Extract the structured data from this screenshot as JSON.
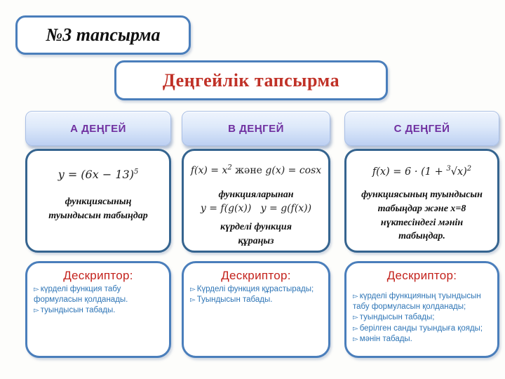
{
  "slide": {
    "task_label": "№3 тапсырма",
    "title": "Деңгейлік тапсырма"
  },
  "icons": {
    "bullet_glyph": "▻"
  },
  "colors": {
    "title_red": "#C03127",
    "descriptor_red": "#C3221C",
    "bullet_blue": "#2E75B6",
    "header_purple": "#7030A0",
    "border_blue": "#4A7EBB",
    "content_border_blue": "#35648F"
  },
  "levels": [
    {
      "header": "А ДЕҢГЕЙ",
      "task": {
        "formula": [
          {
            "t": "y = (6x − 13)"
          },
          {
            "t": "5",
            "sup": true
          }
        ],
        "text": "функциясының туындысын табыңдар"
      },
      "descriptor": {
        "title": "Дескриптор:",
        "items": [
          "күрделі функция табу формуласын қолданады.",
          "туындысын табады."
        ]
      }
    },
    {
      "header": "В ДЕҢГЕЙ",
      "task": {
        "formula1": [
          {
            "t": "f(x) = x"
          },
          {
            "t": "2",
            "sup": true
          },
          {
            "t": " және ",
            "up": true
          },
          {
            "t": "g(x) = cosx"
          }
        ],
        "text1": "функцияларынан",
        "formula2": [
          {
            "t": "y = f(g(x))   y = g(f(x))"
          }
        ],
        "text2": "күрделі функция құраңыз"
      },
      "descriptor": {
        "title": "Дескриптор:",
        "items": [
          "Күрделі функция құрастырады;",
          "Туындысын табады."
        ]
      }
    },
    {
      "header": "С ДЕҢГЕЙ",
      "task": {
        "formula": [
          {
            "t": "f(x) = 6 · (1 + "
          },
          {
            "t": "3",
            "sup": true
          },
          {
            "t": "√x)"
          },
          {
            "t": "2",
            "sup": true
          }
        ],
        "text": "функциясының туындысын табыңдар және x=8  нүктесіндегі мәнін табыңдар."
      },
      "descriptor": {
        "title": "Дескриптор:",
        "items": [
          "күрделі функцияның туындысын табу формуласын қолданады;",
          "туындысын табады;",
          "берілген санды туындыға қояды;",
          "мәнін табады."
        ]
      }
    }
  ]
}
